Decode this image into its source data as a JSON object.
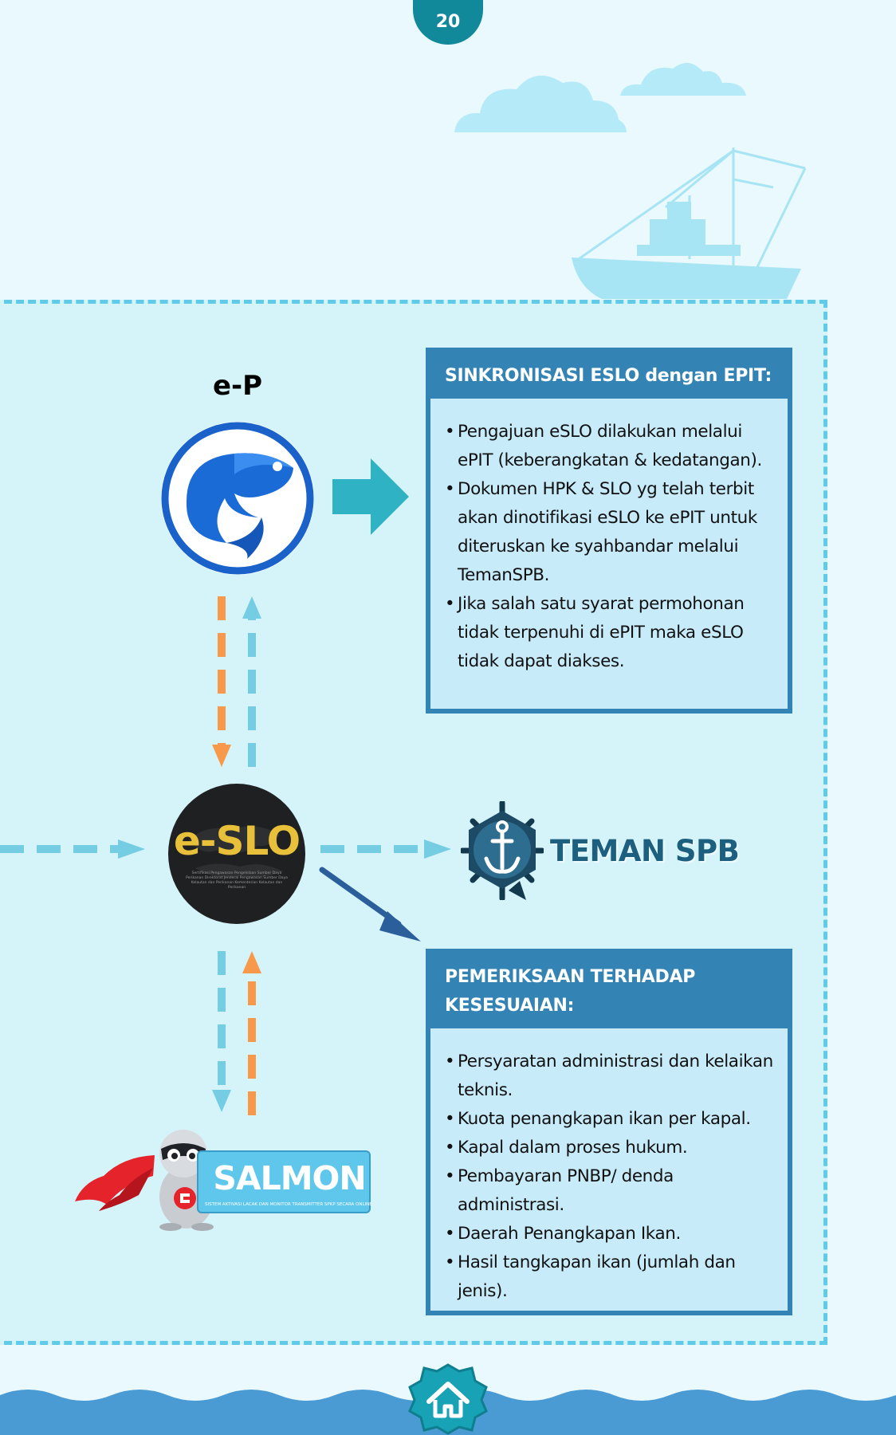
{
  "page": {
    "number": "20",
    "background_color": "#eaf9fd",
    "region_color": "#d5f4fa",
    "dashed_border_color": "#5fcbe8"
  },
  "ep": {
    "label": "e-P",
    "logo_icon": "fish-icon",
    "logo_color": "#1a62c9"
  },
  "eslo": {
    "logo_text": "e-SLO",
    "logo_fine_print": "Sertifikasi Pengawasan Pengelolaan Sumber Daya Perikanan Direktorat Jenderal Pengawasan Sumber Daya Kelautan dan Perikanan Kementerian Kelautan dan Perikanan",
    "logo_background": "#1f2022",
    "logo_text_color": "#e8c03a"
  },
  "teman_spb": {
    "label": "TEMAN SPB",
    "icon": "ship-wheel-anchor-icon",
    "color": "#1d5f7e"
  },
  "salmon": {
    "label": "SALMON",
    "tagline": "SISTEM AKTIVASI LACAK DAN MONITOR TRANSMITTER SPKP SECARA ONLINE",
    "mascot_icon": "salmon-superhero-mascot-icon",
    "color": "#5fc7ec"
  },
  "box_sinkronisasi": {
    "title": "SINKRONISASI ESLO dengan EPIT:",
    "items": [
      "Pengajuan eSLO dilakukan melalui ePIT (keberangkatan & kedatangan).",
      "Dokumen HPK & SLO yg telah terbit akan dinotifikasi eSLO ke ePIT untuk diteruskan ke syahbandar melalui TemanSPB.",
      "Jika salah satu syarat permohonan tidak terpenuhi di ePIT maka eSLO tidak dapat diakses."
    ]
  },
  "box_pemeriksaan": {
    "title_line1": "PEMERIKSAAN TERHADAP",
    "title_line2": "KESESUAIAN:",
    "items": [
      "Persyaratan administrasi dan kelaikan teknis.",
      "Kuota penangkapan ikan per kapal.",
      "Kapal dalam proses hukum.",
      "Pembayaran PNBP/ denda administrasi.",
      "Daerah Penangkapan Ikan.",
      "Hasil tangkapan ikan (jumlah dan jenis)."
    ]
  },
  "colors": {
    "box_header": "#3383b4",
    "box_body": "#c8ebfa",
    "arrow_teal": "#2fb3c4",
    "arrow_orange": "#f7984b",
    "arrow_light_blue": "#74cde3",
    "arrow_dark_blue": "#2a5f9c",
    "wave_blue": "#4a9bd4",
    "home_button": "#17a2b5"
  },
  "decor": {
    "clouds_icon": "clouds-icon",
    "ship_icon": "fishing-ship-icon",
    "waves_icon": "waves-icon",
    "home_icon": "home-icon"
  }
}
